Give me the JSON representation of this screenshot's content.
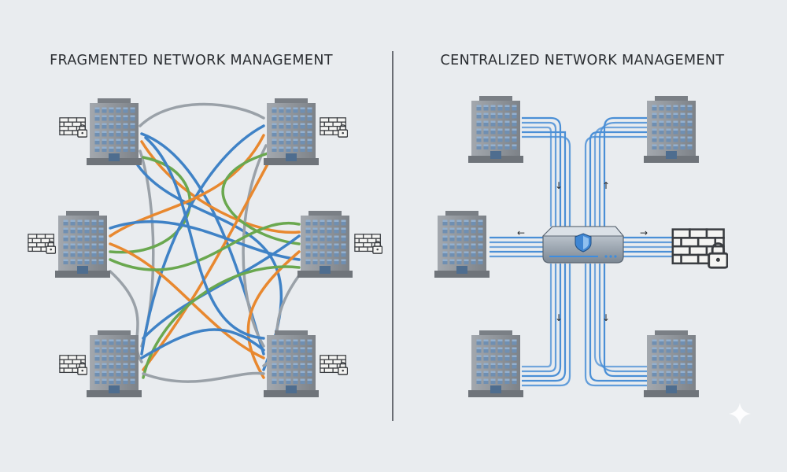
{
  "left_panel": {
    "title": "FRAGMENTED NETWORK MANAGEMENT",
    "buildings": [
      "building",
      "building",
      "building",
      "building",
      "building",
      "building"
    ],
    "firewall_icon": "brick-wall-with-padlock-icon",
    "cable_colors": [
      "#3f82c6",
      "#e8882f",
      "#6aa84f",
      "#9aa1a8"
    ]
  },
  "right_panel": {
    "title": "CENTRALIZED NETWORK MANAGEMENT",
    "hub_icon": "network-switch-with-shield-icon",
    "firewall_icon": "brick-wall-with-padlock-icon",
    "flow_arrows": [
      "↓",
      "↑",
      "←",
      "→",
      "↓",
      "↓"
    ],
    "cable_color": "#4a8fd6"
  },
  "watermark_icon": "sparkle-icon",
  "colors": {
    "background": "#e9ecef",
    "divider": "#4a4e54",
    "building_body": "#8c9198",
    "building_window": "#6d8fb3"
  }
}
